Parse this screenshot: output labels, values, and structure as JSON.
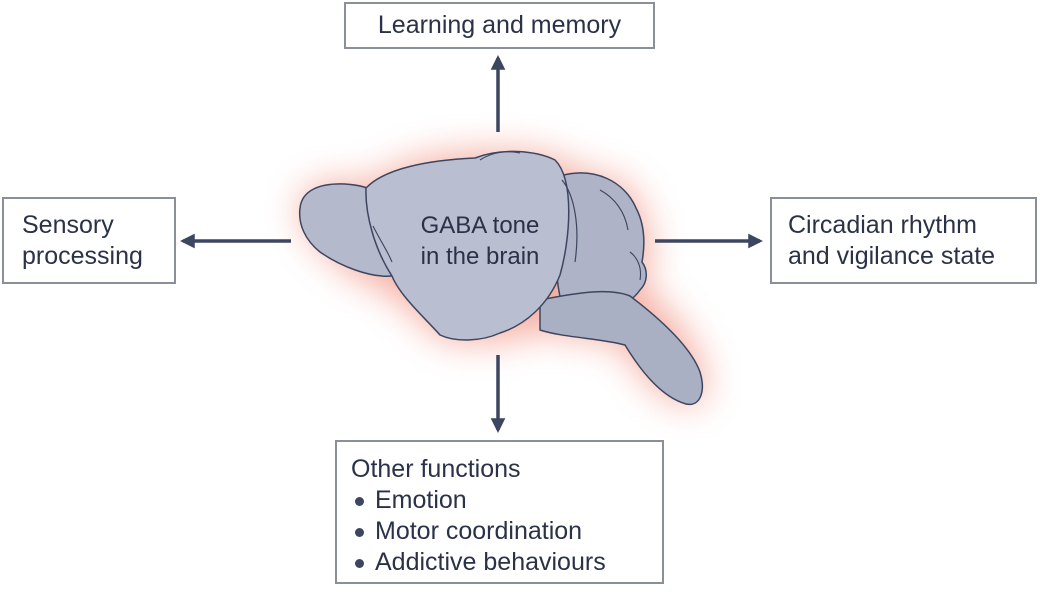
{
  "diagram": {
    "center_label_line1": "GABA tone",
    "center_label_line2": "in the brain",
    "top_box": "Learning and memory",
    "left_box_line1": "Sensory",
    "left_box_line2": "processing",
    "right_box_line1": "Circadian rhythm",
    "right_box_line2": "and vigilance state",
    "bottom_box_title": "Other functions",
    "bottom_box_items": [
      "Emotion",
      "Motor coordination",
      "Addictive behaviours"
    ]
  },
  "colors": {
    "brain_fill": "#b4b9cc",
    "brain_outline": "#3d4660",
    "glow": "#f28f82",
    "arrow": "#3d4660",
    "box_border": "#8a8f98",
    "text": "#2b3247"
  },
  "icons": {
    "brain": "mouse-brain-illustration",
    "arrows": "arrow-icon"
  }
}
